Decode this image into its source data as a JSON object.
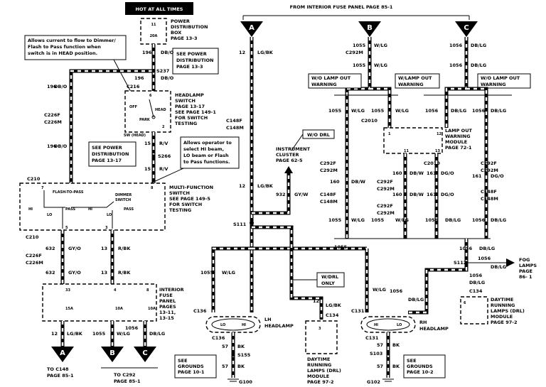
{
  "header": {
    "hot_at_all_times": "HOT AT ALL TIMES",
    "from_fuse_panel": "FROM INTERIOR FUSE PANEL PAGE 85-1"
  },
  "pdb": {
    "title_1": "POWER",
    "title_2": "DISTRIBUTION",
    "title_3": "BOX",
    "page": "PAGE  13-3",
    "fuse_num": "11",
    "fuse_amp": "20A"
  },
  "callouts": {
    "dimmer_note_1": "Allows current to flow to Dimmer/",
    "dimmer_note_2": "Flash to Pass function  when",
    "dimmer_note_3": "switch is in HEAD position.",
    "see_pd_1a": "SEE POWER",
    "see_pd_1b": "DISTRIBUTION",
    "see_pd_1c": "PAGE  13-3",
    "see_pd_2a": "SEE POWER",
    "see_pd_2b": "DISTRIBUTION",
    "see_pd_2c": "PAGE   13-17",
    "beam_note_1": "Allows operator to",
    "beam_note_2": "select HI beam,",
    "beam_note_3": "LO beam or Flash",
    "beam_note_4": "to Pass functions.",
    "wo_drl": "W/O DRL",
    "wdrl_1": "W/DRL",
    "wdrl_2": "ONLY",
    "wo_lamp_out_1": "W/O LAMP OUT",
    "wo_lamp_out_2": "WARNING",
    "w_lamp_out_1": "W/LAMP OUT",
    "w_lamp_out_2": "WARNING",
    "wo_lamp_out_b1": "W/O LAMP OUT",
    "wo_lamp_out_b2": "WARNING"
  },
  "connectors": {
    "c196a": "196",
    "c196b": "196",
    "c196c": "196",
    "s237": "S237",
    "c216": "C216",
    "c226f": "C226F",
    "c226m": "C226M",
    "c210a": "C210",
    "c210b": "C210",
    "c226f2": "C226F",
    "c226m2": "C226M",
    "s266": "S266",
    "n15a": "15",
    "n15b": "15",
    "n15c": "15",
    "n15d": "15",
    "n2": "2",
    "n6": "6",
    "n7": "7",
    "n8": "8",
    "n5": "5",
    "n3": "3",
    "c148f": "C148F",
    "c148m": "C148M",
    "c148f2": "C148F",
    "c148m2": "C148M",
    "c292m": "C292M",
    "c292f": "C292F",
    "c292m2": "C292M",
    "c2010a": "C2010",
    "c2010b": "C2010",
    "c292f2": "C292F",
    "c292m3": "C292M",
    "c292f3": "C292F",
    "c292m4": "C292M",
    "c292f4": "C292F",
    "c292m5": "C292M",
    "c148f3": "C148F",
    "c148m3": "C148M",
    "s111": "S111",
    "s112": "S112",
    "c134a": "C134",
    "c134b": "C134",
    "c136a": "C136",
    "c136b": "C136",
    "c131a": "C131",
    "c131b": "C131",
    "s155": "S155",
    "s103": "S103",
    "g100": "G100",
    "g102": "G102"
  },
  "wires": {
    "db_o": "DB/O",
    "r_v": "R/V",
    "lg_bk": "LG/BK",
    "w_lg": "W/LG",
    "db_lg": "DB/LG",
    "gy_w": "GY/W",
    "gy_o": "GY/O",
    "r_bk": "R/BK",
    "db_w": "DB/W",
    "dg_o": "DG/O",
    "bk": "BK",
    "n12": "12",
    "n1055": "1055",
    "n1056": "1056",
    "n632": "632",
    "n13": "13",
    "n932": "932",
    "n160": "160",
    "n161": "161",
    "n57": "57"
  },
  "components": {
    "headlamp_sw": [
      "HEADLAMP",
      "SWITCH",
      "PAGE  13-17",
      "SEE PAGE  149-1",
      "FOR SWITCH",
      "TESTING"
    ],
    "multi_sw": [
      "MULTI-FUNCTION",
      "SWITCH",
      "SEE PAGE  149-5",
      "FOR SWITCH",
      "TESTING"
    ],
    "ifp": [
      "INTERIOR",
      "FUSE",
      "PANEL",
      "PAGES",
      "13-11,",
      "13-15"
    ],
    "lamp_out": [
      "LAMP OUT",
      "WARNING",
      "MODULE",
      "PAGE  72-1"
    ],
    "cluster": [
      "INSTRUMENT",
      "CLUSTER",
      "PAGE  62-5"
    ],
    "drl_module": [
      "DAYTIME",
      "RUNNING",
      "LAMPS (DRL)",
      "MODULE",
      "PAGE  97-2"
    ],
    "drl_module2": [
      "DAYTIME",
      "RUNNING",
      "LAMPS (DRL)",
      "MODULE",
      "PAGE  97-2"
    ],
    "fog": [
      "FOG",
      "LAMPS",
      "PAGE",
      "86- 1"
    ],
    "lh": [
      "LH",
      "HEADLAMP"
    ],
    "rh": [
      "RH",
      "HEADLAMP"
    ],
    "grounds_l": [
      "SEE",
      "GROUNDS",
      "PAGE  10-1"
    ],
    "grounds_r": [
      "SEE",
      "GROUNDS",
      "PAGE  10-2"
    ],
    "to_c148": [
      "TO C148",
      "PAGE  85-1"
    ],
    "to_c292": [
      "TO C292",
      "PAGE  85-1"
    ]
  },
  "switch_labels": {
    "off": "OFF",
    "head": "HEAD",
    "park": "PARK",
    "sw_head": "SW (HEAD)",
    "flash": "FLASH-TO-PASS",
    "flash2": "SWITCH",
    "dimmer": "DIMMER",
    "dimmer2": "SWITCH",
    "hi": "HI",
    "lo": "LO",
    "pass": "PASS",
    "pass2": "PASS",
    "hi2": "HI",
    "lo2": "LO",
    "hi3": "HI",
    "lo3": "LO",
    "f15a": "15A",
    "f10a": "10A",
    "f10a2": "10A",
    "f33": "33",
    "f4": "4",
    "f8": "8",
    "f6": "6",
    "f1": "1",
    "f11": "11",
    "f12": "12",
    "f13": "13",
    "f3": "3"
  },
  "terminals": {
    "A": "A",
    "B": "B",
    "C": "C",
    "A2": "A",
    "B2": "B",
    "C2": "C"
  }
}
